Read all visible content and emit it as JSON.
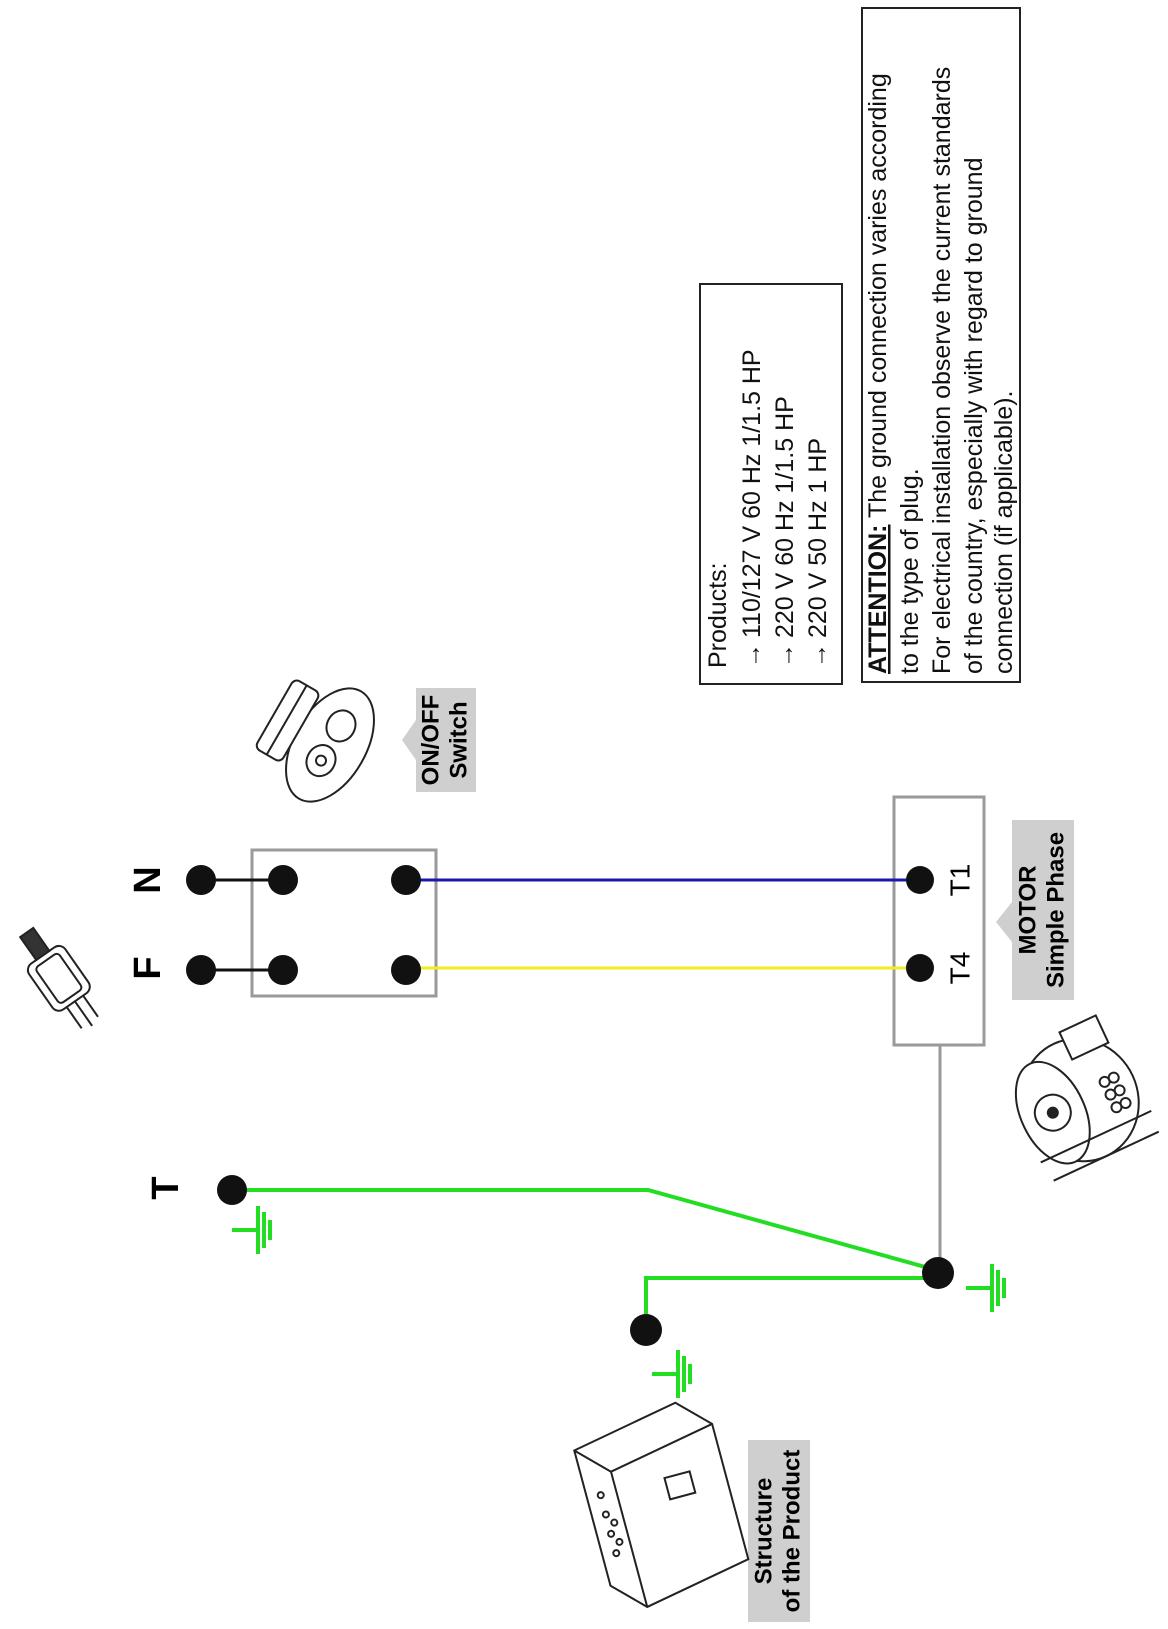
{
  "terminals": {
    "neutral": "N",
    "phase": "F",
    "ground": "T"
  },
  "switch": {
    "label_line1": "ON/OFF",
    "label_line2": "Switch"
  },
  "motor": {
    "label_line1": "MOTOR",
    "label_line2": "Simple Phase",
    "terminal_1": "T1",
    "terminal_4": "T4"
  },
  "structure": {
    "label_line1": "Structure",
    "label_line2": "of the Product"
  },
  "products": {
    "title": "Products:",
    "items": [
      "110/127 V 60 Hz 1/1.5 HP",
      "220 V 60 Hz 1/1.5 HP",
      "220 V 50 Hz 1 HP"
    ],
    "arrow": "→"
  },
  "attention": {
    "heading": "ATTENTION:",
    "line1": " The ground connection varies according",
    "line2": "to the type of plug.",
    "line3": "For electrical installation observe the current standards",
    "line4": "of the country, especially with regard to ground",
    "line5": "connection (if applicable)."
  },
  "colors": {
    "neutral_wire": "#1a1aaa",
    "phase_wire": "#eeee22",
    "ground_wire": "#22dd22",
    "box_border": "#9a9a9a",
    "label_bg": "#cfcfcf"
  },
  "icons": [
    "plug-icon",
    "switch-icon",
    "motor-icon",
    "structure-icon",
    "ground-symbol-icon"
  ]
}
